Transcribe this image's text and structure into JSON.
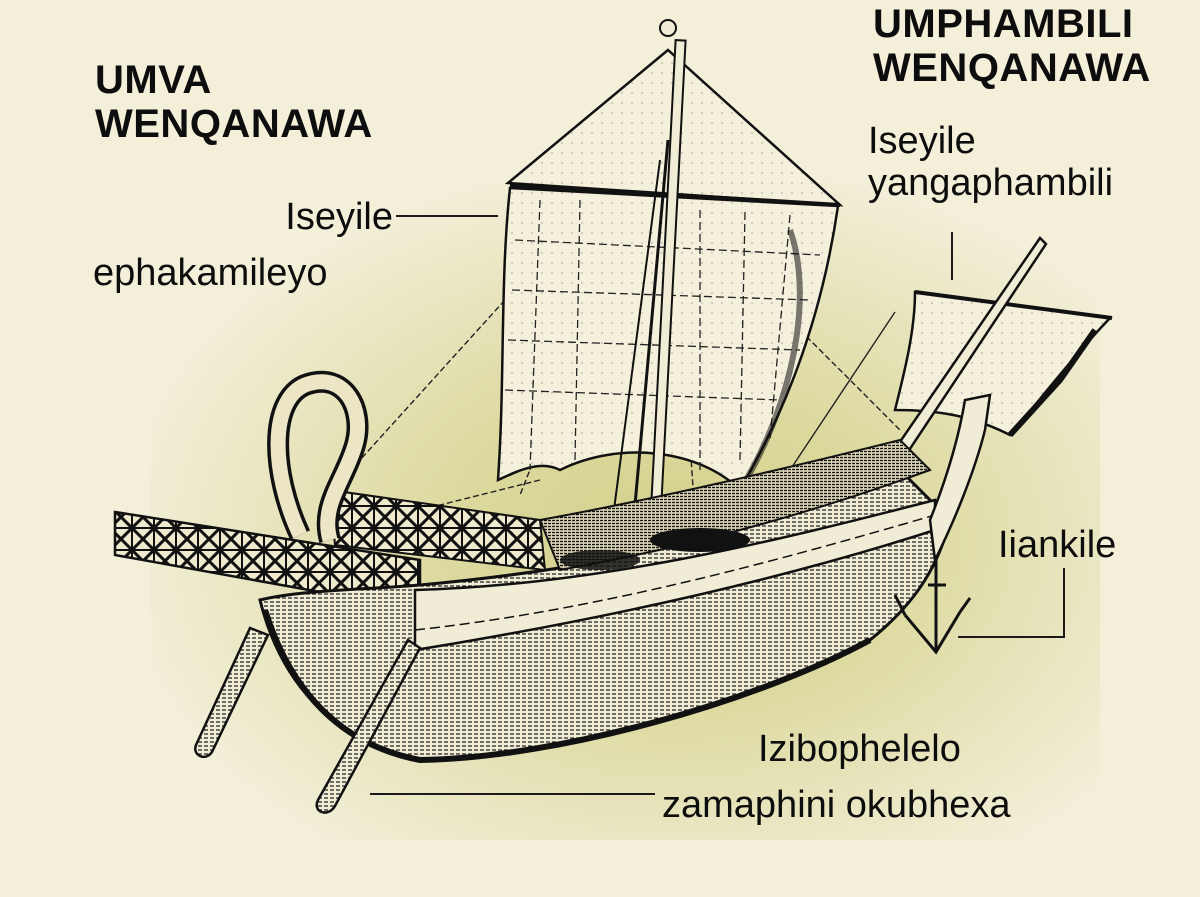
{
  "diagram": {
    "subject": "Ancient sailing ship (engraving illustration)",
    "colors": {
      "background": "#f3efd9",
      "halo": "#d3d08c",
      "ink": "#111111",
      "sail": "#f4f0dc"
    },
    "sections": {
      "stern_title": "UMVA WENQANAWA",
      "stern_title_line1": "UMVA",
      "stern_title_line2": "WENQANAWA",
      "bow_title": "UMPHAMBILI WENQANAWA",
      "bow_title_line1": "UMPHAMBILI",
      "bow_title_line2": "WENQANAWA"
    },
    "labels": [
      {
        "id": "main-sail",
        "line1": "Iseyile",
        "line2": "ephakamileyo"
      },
      {
        "id": "foresail",
        "line1": "Iseyile",
        "line2": "yangaphambili"
      },
      {
        "id": "anchor",
        "line1": "Iiankile",
        "line2": ""
      },
      {
        "id": "steering-oars",
        "line1": "Izibophelelo",
        "line2": "zamaphini okubhexa"
      }
    ]
  }
}
